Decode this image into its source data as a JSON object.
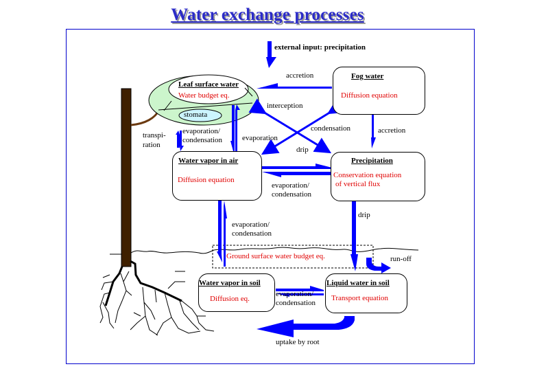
{
  "title": "Water exchange processes",
  "colors": {
    "arrow": "#0000ff",
    "equation_text": "#e00000",
    "title_text": "#2b2bc8",
    "leaf_fill": "#ccf5cc",
    "stomata_fill": "#ccf5ff",
    "trunk": "#3f2000",
    "frame": "#0000cc"
  },
  "compartments": {
    "leaf_surface": {
      "title": "Leaf surface water",
      "equation": "Water budget eq.",
      "sub": "stomata"
    },
    "fog_water": {
      "title": "Fog water",
      "equation": "Diffusion equation"
    },
    "vapor_air": {
      "title": "Water vapor in air",
      "equation": "Diffusion equation"
    },
    "precipitation": {
      "title": "Precipitation",
      "equation_line1": "Conservation equation",
      "equation_line2": "of vertical flux"
    },
    "ground_surface": {
      "equation": "Ground surface water budget eq."
    },
    "vapor_soil": {
      "title": "Water vapor in soil",
      "equation": "Diffusion eq."
    },
    "liquid_soil": {
      "title": "Liquid water in soil",
      "equation": "Transport equation"
    }
  },
  "flows": {
    "external_input": "external input: precipitation",
    "accretion_fog_leaf": "accretion",
    "interception": "interception",
    "transpiration_1": "transpi-",
    "transpiration_2": "ration",
    "evap_cond_leaf_1": "evaporation/",
    "evap_cond_leaf_2": "condensation",
    "evaporation_leaf": "evaporation",
    "condensation": "condensation",
    "drip_cross": "drip",
    "accretion_fog_precip": "accretion",
    "evap_cond_air_precip_1": "evaporation/",
    "evap_cond_air_precip_2": "condensation",
    "evap_cond_air_ground_1": "evaporation/",
    "evap_cond_air_ground_2": "condensation",
    "drip_precip": "drip",
    "run_off": "run-off",
    "evap_cond_soil_1": "evaporation/",
    "evap_cond_soil_2": "condensation",
    "uptake_by_root": "uptake by root"
  }
}
